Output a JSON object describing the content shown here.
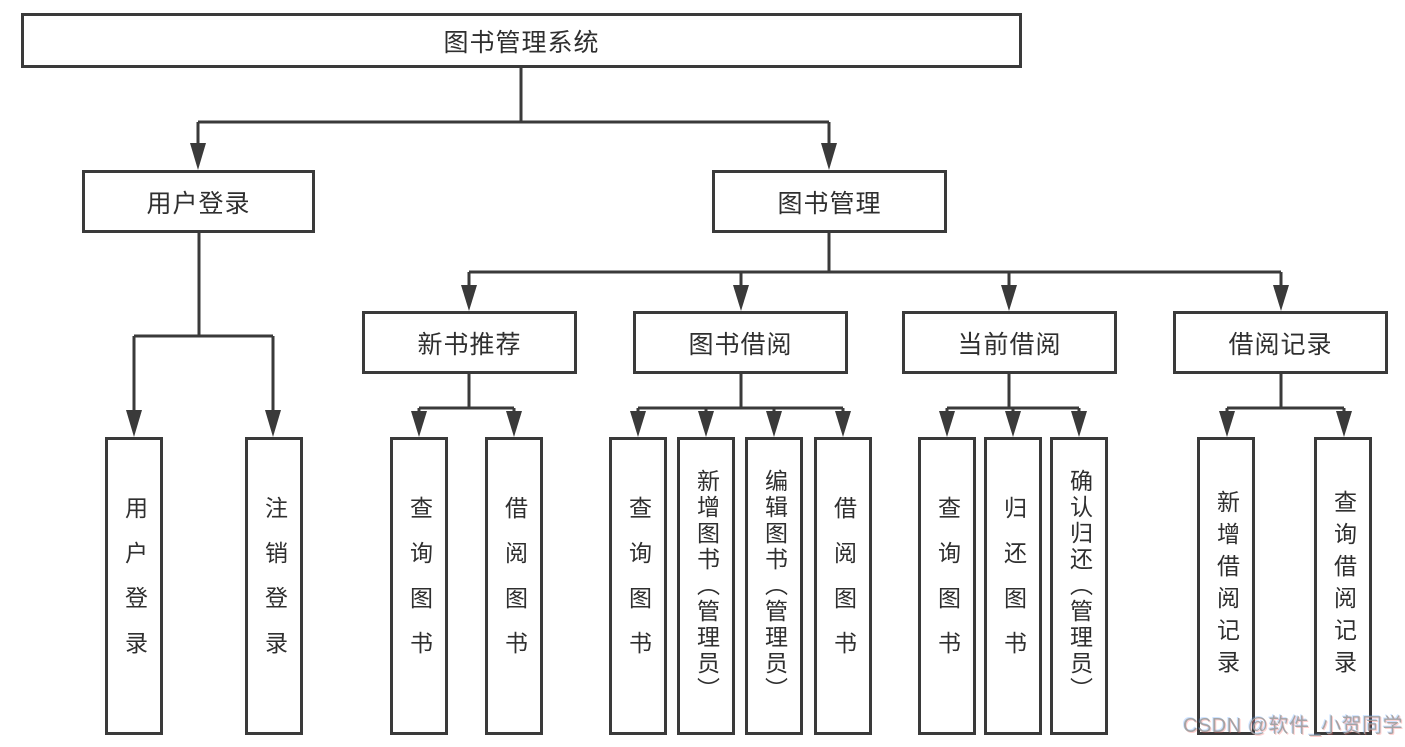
{
  "colors": {
    "background": "#ffffff",
    "box_border": "#3a3a3a",
    "connector_line": "#3a3a3a",
    "text": "#2f2f2f",
    "watermark": "#9e9e9e"
  },
  "tree": {
    "root": "图书管理系统",
    "branches": [
      {
        "label": "用户登录",
        "leaves": [
          "用户登录",
          "注销登录"
        ]
      },
      {
        "label": "图书管理",
        "children": [
          {
            "label": "新书推荐",
            "leaves": [
              "查询图书",
              "借阅图书"
            ]
          },
          {
            "label": "图书借阅",
            "leaves": [
              "查询图书",
              "新增图书（管理员）",
              "编辑图书（管理员）",
              "借阅图书"
            ]
          },
          {
            "label": "当前借阅",
            "leaves": [
              "查询图书",
              "归还图书",
              "确认归还（管理员）"
            ]
          },
          {
            "label": "借阅记录",
            "leaves": [
              "新增借阅记录",
              "查询借阅记录"
            ]
          }
        ]
      }
    ]
  },
  "watermark": {
    "text": "CSDN @软件_小贺同学"
  }
}
